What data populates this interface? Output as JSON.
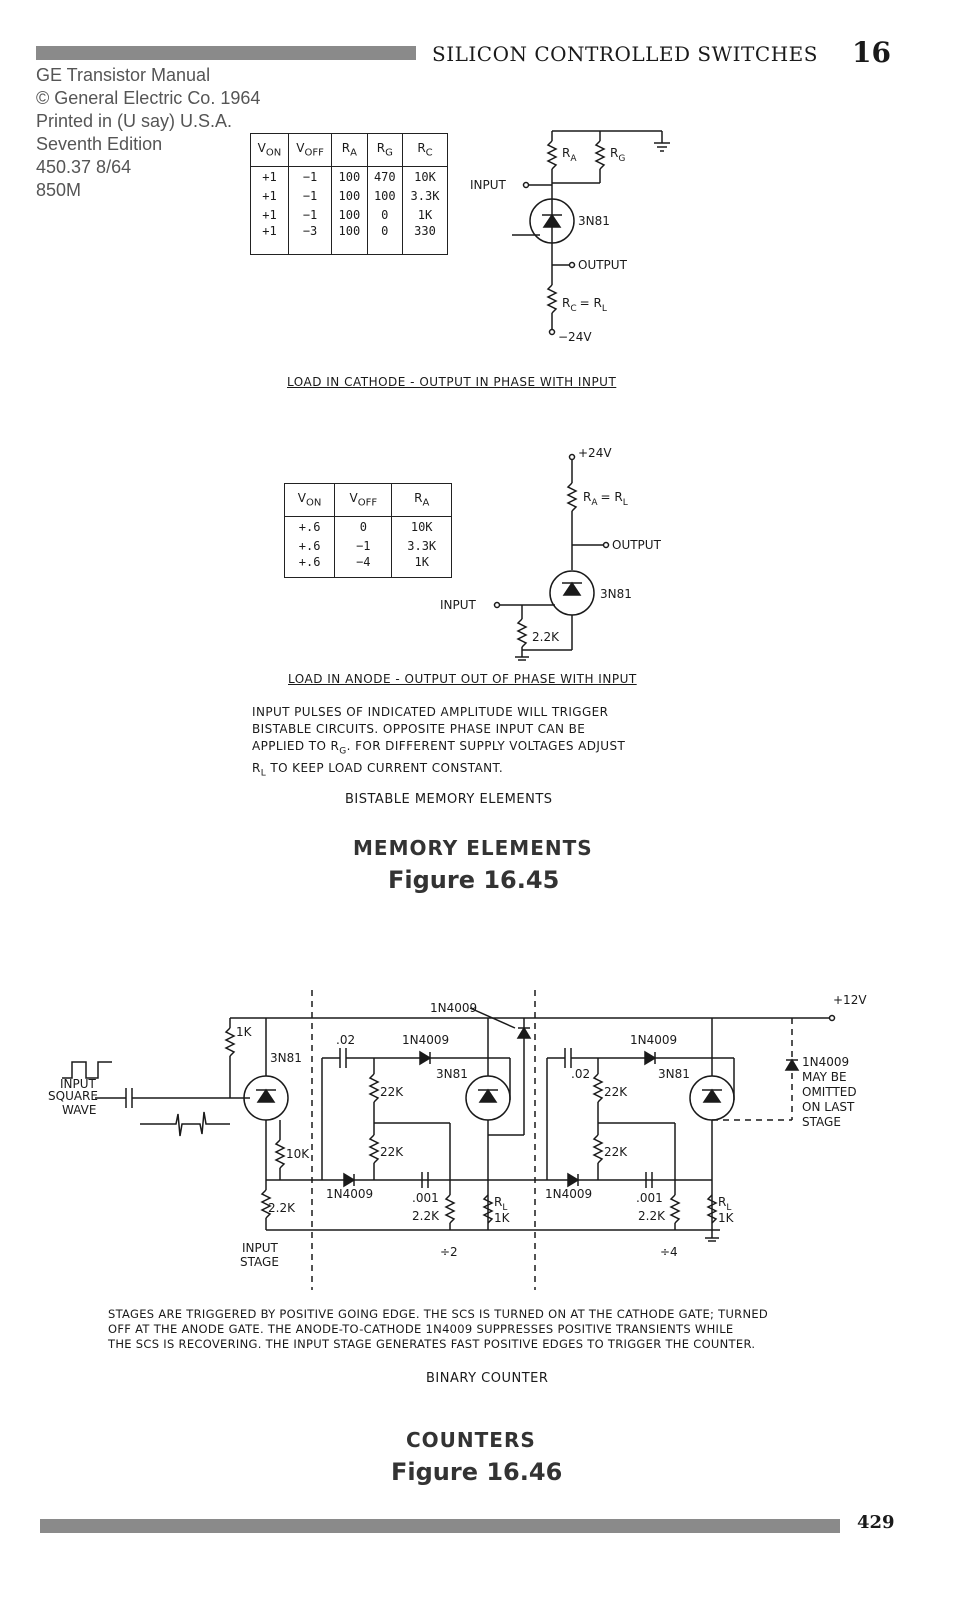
{
  "header": {
    "title": "SILICON CONTROLLED SWITCHES",
    "chapter": "16"
  },
  "meta_lines": [
    "GE Transistor Manual",
    "© General Electric Co. 1964",
    "Printed in (U say) U.S.A.",
    "Seventh Edition",
    "450.37 8/64",
    "850M"
  ],
  "table1": {
    "headers": [
      "V_ON",
      "V_OFF",
      "R_A",
      "R_G",
      "R_C"
    ],
    "rows": [
      [
        "+1",
        "−1",
        "100",
        "470",
        "10K"
      ],
      [
        "+1",
        "−1",
        "100",
        "100",
        "3.3K"
      ],
      [
        "+1",
        "−1",
        "100",
        "0",
        "1K"
      ],
      [
        "+1",
        "−3",
        "100",
        "0",
        "330"
      ]
    ]
  },
  "circuit1": {
    "input": "INPUT",
    "device": "3N81",
    "output": "OUTPUT",
    "ra": "R",
    "ra_sub": "A",
    "rg": "R",
    "rg_sub": "G",
    "rc": "R",
    "rc_sub": "C",
    "rc_eq": "= R",
    "rc_eq_sub": "L",
    "supply": "−24V",
    "caption": "LOAD IN CATHODE - OUTPUT IN PHASE WITH INPUT"
  },
  "table2": {
    "headers": [
      "V_ON",
      "V_OFF",
      "R_A"
    ],
    "rows": [
      [
        "+.6",
        "0",
        "10K"
      ],
      [
        "+.6",
        "−1",
        "3.3K"
      ],
      [
        "+.6",
        "−4",
        "1K"
      ]
    ]
  },
  "circuit2": {
    "supply": "+24V",
    "ra": "R",
    "ra_sub": "A",
    "ra_eq": "= R",
    "ra_eq_sub": "L",
    "output": "OUTPUT",
    "device": "3N81",
    "input": "INPUT",
    "resistor": "2.2K",
    "caption": "LOAD IN ANODE - OUTPUT OUT OF PHASE WITH INPUT"
  },
  "note1": {
    "line1": "INPUT PULSES OF INDICATED AMPLITUDE WILL TRIGGER",
    "line2": "BISTABLE CIRCUITS. OPPOSITE PHASE INPUT CAN BE",
    "line3a": "APPLIED TO R",
    "line3sub": "G",
    "line3b": ". FOR DIFFERENT SUPPLY VOLTAGES ADJUST",
    "line4a": "R",
    "line4sub": "L",
    "line4b": " TO KEEP LOAD CURRENT CONSTANT."
  },
  "caption_bistable": "BISTABLE MEMORY ELEMENTS",
  "section1_title": "MEMORY ELEMENTS",
  "figure1": "Figure 16.45",
  "counter": {
    "supply": "+12V",
    "diode_top": "1N4009",
    "r1k": "1K",
    "device": "3N81",
    "input_label_1": "INPUT",
    "input_label_2": "SQUARE",
    "input_label_3": "WAVE",
    "r10k": "10K",
    "r22k_in": "2.2K",
    "input_stage_1": "INPUT",
    "input_stage_2": "STAGE",
    "cap_02": ".02",
    "diode_a": "1N4009",
    "r22k": "22K",
    "diode_b": "1N4009",
    "cap_001": ".001",
    "r22k_small": "2.2K",
    "rl": "R",
    "rl_sub": "L",
    "rl_val": "1K",
    "div2": "÷2",
    "div4": "÷4",
    "omit_1": "1N4009",
    "omit_2": "MAY BE",
    "omit_3": "OMITTED",
    "omit_4": "ON LAST",
    "omit_5": "STAGE"
  },
  "note2": {
    "line1": "STAGES ARE TRIGGERED BY POSITIVE GOING EDGE. THE SCS IS TURNED ON AT THE CATHODE GATE; TURNED",
    "line2": "OFF AT THE ANODE GATE.  THE ANODE-TO-CATHODE 1N4009 SUPPRESSES POSITIVE TRANSIENTS WHILE",
    "line3": "THE SCS IS RECOVERING. THE INPUT STAGE GENERATES FAST POSITIVE EDGES TO TRIGGER THE COUNTER."
  },
  "caption_counter": "BINARY COUNTER",
  "section2_title": "COUNTERS",
  "figure2": "Figure 16.46",
  "page_number": "429"
}
